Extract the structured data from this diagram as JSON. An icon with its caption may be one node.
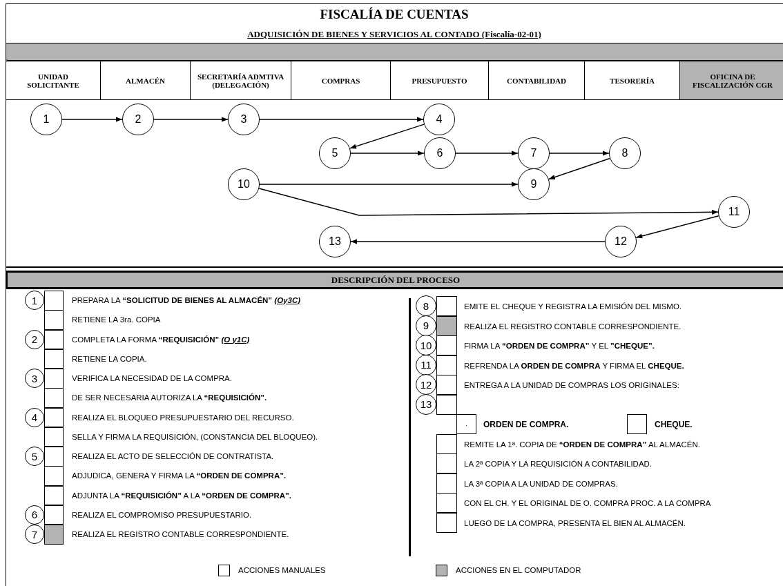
{
  "diagram": {
    "title": "FISCALÍA DE CUENTAS",
    "nodes": [
      {
        "text": [
          "UNIDAD SOLICITANTE"
        ]
      },
      {
        "text": [
          "ALMACÉN"
        ]
      },
      {
        "text": [
          "SECRETARÍA ADMTIVA (DELEGACIÓN)"
        ]
      },
      {
        "text": [
          "COMPRAS"
        ]
      },
      {
        "text": [
          "PRESUPUESTO"
        ]
      },
      {
        "text": [
          "CONTABILIDAD"
        ]
      },
      {
        "text": [
          "TESORERÍA"
        ]
      },
      {
        "text": [
          "OFICINA DE FISCALIZACIÓN CGR"
        ]
      },
      {
        "text": [
          "1"
        ]
      },
      {
        "text": [
          "2"
        ]
      },
      {
        "text": [
          "3"
        ]
      },
      {
        "text": [
          "4"
        ]
      },
      {
        "text": [
          "5"
        ]
      },
      {
        "text": [
          "6"
        ]
      },
      {
        "text": [
          "7"
        ]
      },
      {
        "text": [
          "8"
        ]
      },
      {
        "text": [
          "9"
        ]
      },
      {
        "text": [
          "10"
        ]
      },
      {
        "text": [
          "11"
        ]
      },
      {
        "text": [
          "12"
        ]
      },
      {
        "text": [
          "13"
        ]
      },
      {
        "text": [
          "DESCRIPCIÓN DEL PROCESO"
        ]
      },
      {
        "text": [
          "1"
        ]
      },
      {
        "text": [
          "2"
        ]
      },
      {
        "text": [
          "3"
        ]
      },
      {
        "text": [
          "4"
        ]
      },
      {
        "text": [
          "5"
        ]
      },
      {
        "text": [
          "6"
        ]
      },
      {
        "text": [
          "7"
        ]
      },
      {
        "text": [
          "8"
        ]
      },
      {
        "text": [
          "9"
        ]
      },
      {
        "text": [
          "10"
        ]
      },
      {
        "text": [
          "11"
        ]
      },
      {
        "text": [
          "12"
        ]
      },
      {
        "text": [
          "13"
        ]
      },
      {
        "text": [],
        "shape": "bar"
      },
      {
        "text": [],
        "shape": "box"
      },
      {
        "text": [],
        "shape": "box"
      },
      {
        "text": [],
        "shape": "box"
      },
      {
        "text": [],
        "shape": "box"
      },
      {
        "text": [],
        "shape": "box"
      },
      {
        "text": [],
        "shape": "box"
      },
      {
        "text": [],
        "shape": "box"
      },
      {
        "text": [],
        "shape": "box"
      },
      {
        "text": [],
        "shape": "box"
      },
      {
        "text": [],
        "shape": "box"
      },
      {
        "text": [],
        "shape": "box"
      },
      {
        "text": [],
        "shape": "box"
      },
      {
        "text": [],
        "shape": "box"
      },
      {
        "text": [],
        "shape": "box"
      },
      {
        "text": [],
        "shape": "box"
      },
      {
        "text": [],
        "shape": "box"
      },
      {
        "text": [],
        "shape": "box"
      },
      {
        "text": [],
        "shape": "box"
      },
      {
        "text": [],
        "shape": "box"
      },
      {
        "text": [
          "."
        ]
      },
      {
        "text": [],
        "shape": "box"
      },
      {
        "text": [],
        "shape": "box"
      },
      {
        "text": [],
        "shape": "box"
      },
      {
        "text": [],
        "shape": "box"
      },
      {
        "text": [],
        "shape": "box"
      },
      {
        "text": [],
        "shape": "box"
      }
    ],
    "edges": [
      {
        "from": 8,
        "to": 9,
        "arrow": "to"
      },
      {
        "from": 9,
        "to": 10,
        "arrow": "to"
      },
      {
        "from": 10,
        "to": 11,
        "arrow": "to"
      },
      {
        "from": 11,
        "to": 12,
        "arrow": "to"
      },
      {
        "from": 12,
        "to": 13,
        "arrow": "to"
      },
      {
        "from": 13,
        "to": 14,
        "arrow": "to"
      },
      {
        "from": 14,
        "to": 15,
        "arrow": "to"
      },
      {
        "from": 15,
        "to": 16,
        "arrow": "to"
      },
      {
        "from": 17,
        "to": 16,
        "arrow": "to"
      },
      {
        "from": 17,
        "to": 18,
        "arrow": "to"
      },
      {
        "from": 18,
        "to": 19,
        "arrow": "to"
      },
      {
        "from": 19,
        "to": 20,
        "arrow": "to"
      }
    ],
    "labels": [
      "ADQUISICIÓN DE BIENES Y SERVICIOS AL CONTADO (Fiscalía-02-01)",
      "PREPARA LA **“SOLICITUD DE BIENES AL ALMACÉN”** *(Oy3C)*",
      "RETIENE LA 3ra. COPIA",
      "COMPLETA LA FORMA **“REQUISICIÓN”** *(O y1C)*",
      "RETIENE LA COPIA.",
      "VERIFICA LA NECESIDAD DE LA COMPRA.",
      "DE SER NECESARIA AUTORIZA LA **“REQUISICIÓN”.**",
      "REALIZA EL BLOQUEO PRESUPUESTARIO DEL RECURSO.",
      "SELLA Y FIRMA LA REQUISICIÓN, (CONSTANCIA DEL BLOQUEO).",
      "REALIZA EL ACTO DE SELECCIÓN DE CONTRATISTA.",
      "ADJUDICA, GENERA Y FIRMA LA **“ORDEN DE COMPRA”.**",
      "ADJUNTA LA **“REQUISICIÓN”** A LA **“ORDEN DE COMPRA”.**",
      "REALIZA EL COMPROMISO PRESUPUESTARIO.",
      "REALIZA EL REGISTRO CONTABLE CORRESPONDIENTE.",
      "EMITE EL CHEQUE Y REGISTRA LA EMISIÓN DEL MISMO.",
      "REALIZA EL REGISTRO CONTABLE CORRESPONDIENTE.",
      "FIRMA LA **“ORDEN DE COMPRA”** Y EL **”CHEQUE”.**",
      "REFRENDA LA **ORDEN DE COMPRA** Y FIRMA EL **CHEQUE.**",
      "ENTREGA A LA UNIDAD DE COMPRAS LOS ORIGINALES:",
      "ORDEN DE COMPRA.",
      "CHEQUE.",
      "REMITE LA 1ª. COPIA DE **“ORDEN DE COMPRA”** AL ALMACÉN.",
      "LA 2ª COPIA Y LA REQUISICIÓN A CONTABILIDAD.",
      "LA  3ª COPIA A LA UNIDAD DE COMPRAS.",
      "CON EL CH. Y EL ORIGINAL DE O. COMPRA PROC. A LA COMPRA",
      "LUEGO DE LA COMPRA, PRESENTA EL BIEN AL ALMACÉN."
    ],
    "legend": [
      {
        "text": "ACCIONES MANUALES",
        "color": "#ffffff"
      },
      {
        "text": "ACCIONES EN EL COMPUTADOR",
        "color": "#b3b3b3"
      }
    ]
  }
}
